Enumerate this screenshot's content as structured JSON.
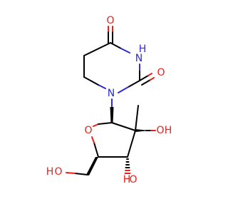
{
  "molecule": {
    "labels": {
      "o_top": "O",
      "nh_top_h": "H",
      "nh_top_n": "N",
      "o_right": "O",
      "n_ring": "N",
      "o_furanose": "O",
      "oh_right_h": "H",
      "oh_right_o": "O",
      "oh_bottom_h": "H",
      "oh_bottom_o": "O",
      "ho_left_h": "H",
      "ho_left_o": "O"
    },
    "colors": {
      "oxygen": "#e8201c",
      "nitrogen": "#2a2cd6",
      "carbon_bond": "#000000",
      "background": "#ffffff"
    }
  }
}
